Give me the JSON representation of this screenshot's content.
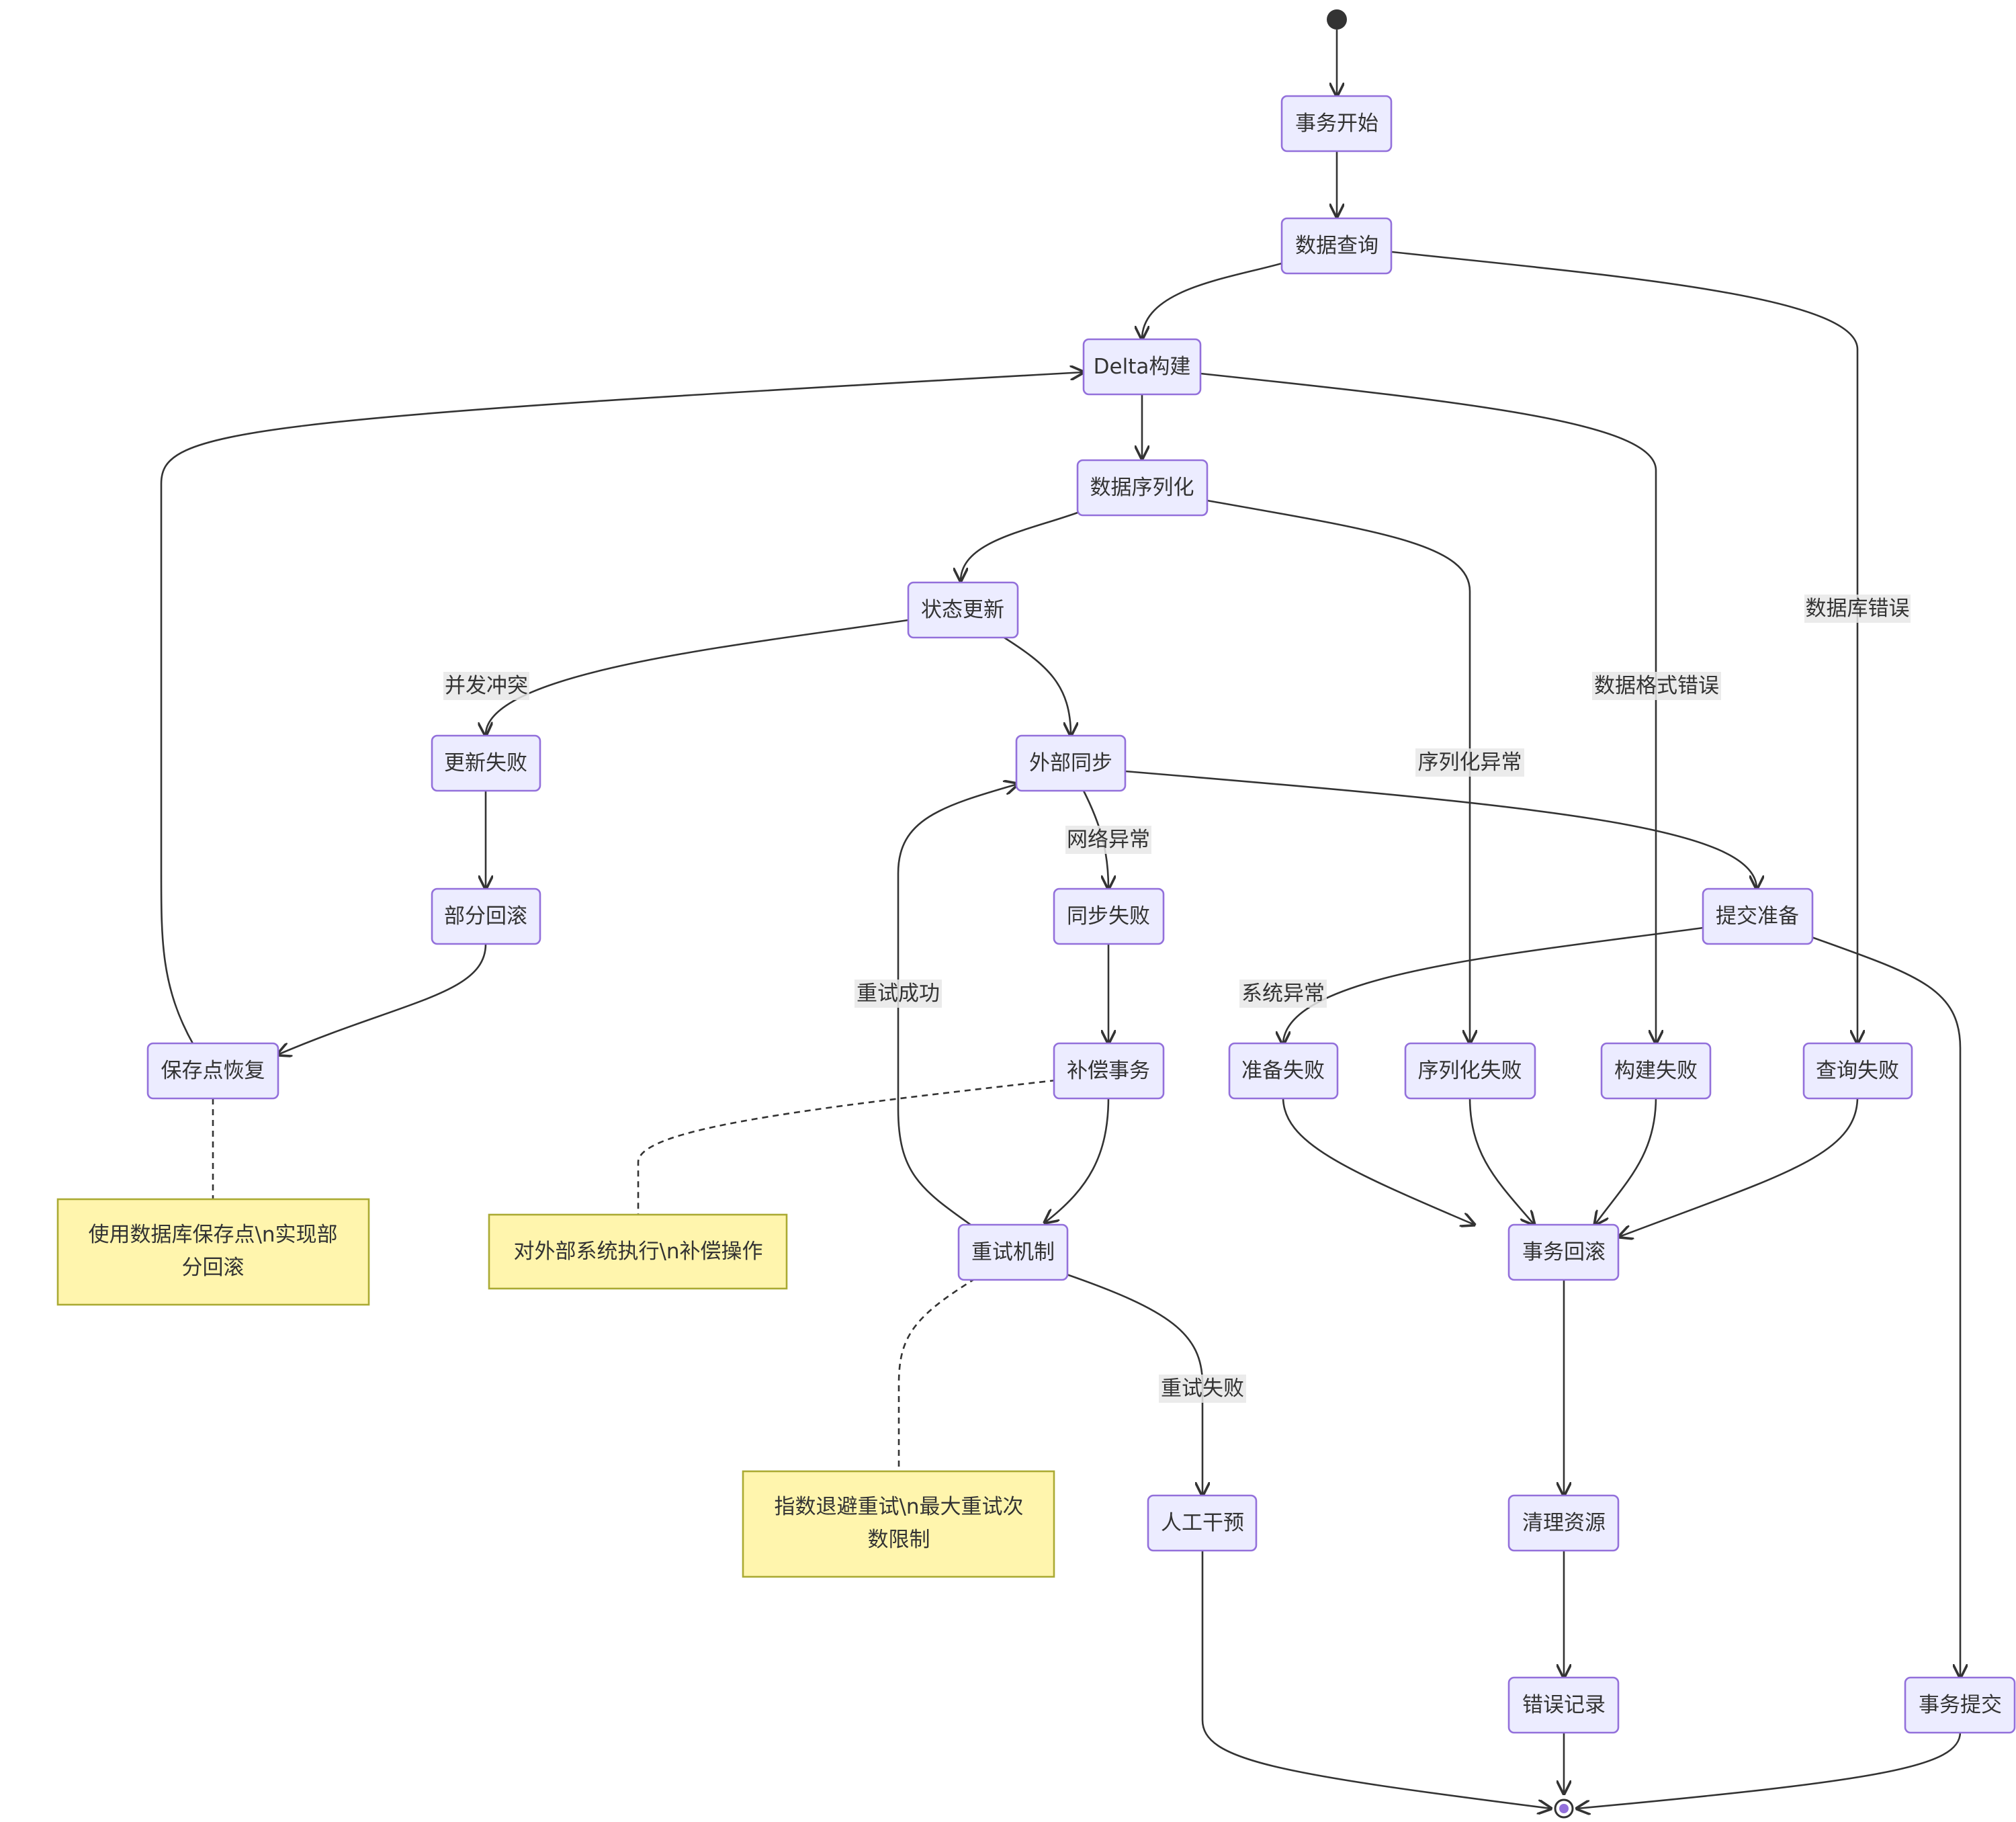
{
  "states": {
    "start_tx": "事务开始",
    "query": "数据查询",
    "delta_build": "Delta构建",
    "serialize": "数据序列化",
    "state_update": "状态更新",
    "update_failed": "更新失败",
    "external_sync": "外部同步",
    "partial_rollback": "部分回滚",
    "sync_failed": "同步失败",
    "commit_prepare": "提交准备",
    "savepoint_restore": "保存点恢复",
    "compensate_tx": "补偿事务",
    "prepare_failed": "准备失败",
    "serialize_failed": "序列化失败",
    "build_failed": "构建失败",
    "query_failed": "查询失败",
    "retry": "重试机制",
    "tx_rollback": "事务回滚",
    "manual": "人工干预",
    "cleanup": "清理资源",
    "error_log": "错误记录",
    "tx_commit": "事务提交"
  },
  "transitions": {
    "db_error": "数据库错误",
    "format_error": "数据格式错误",
    "serialize_exception": "序列化异常",
    "concurrency_conflict": "并发冲突",
    "network_exception": "网络异常",
    "system_exception": "系统异常",
    "retry_success": "重试成功",
    "retry_failed": "重试失败"
  },
  "notes": {
    "savepoint": [
      "使用数据库保存点\\n实现部",
      "分回滚"
    ],
    "compensate": [
      "对外部系统执行\\n补偿操作"
    ],
    "retry": [
      "指数退避重试\\n最大重试次",
      "数限制"
    ]
  },
  "colors": {
    "node_fill": "#ECECFF",
    "node_stroke": "#9370DB",
    "note_fill": "#FFF5AD",
    "note_stroke": "#AAAA33",
    "edge": "#333333"
  }
}
